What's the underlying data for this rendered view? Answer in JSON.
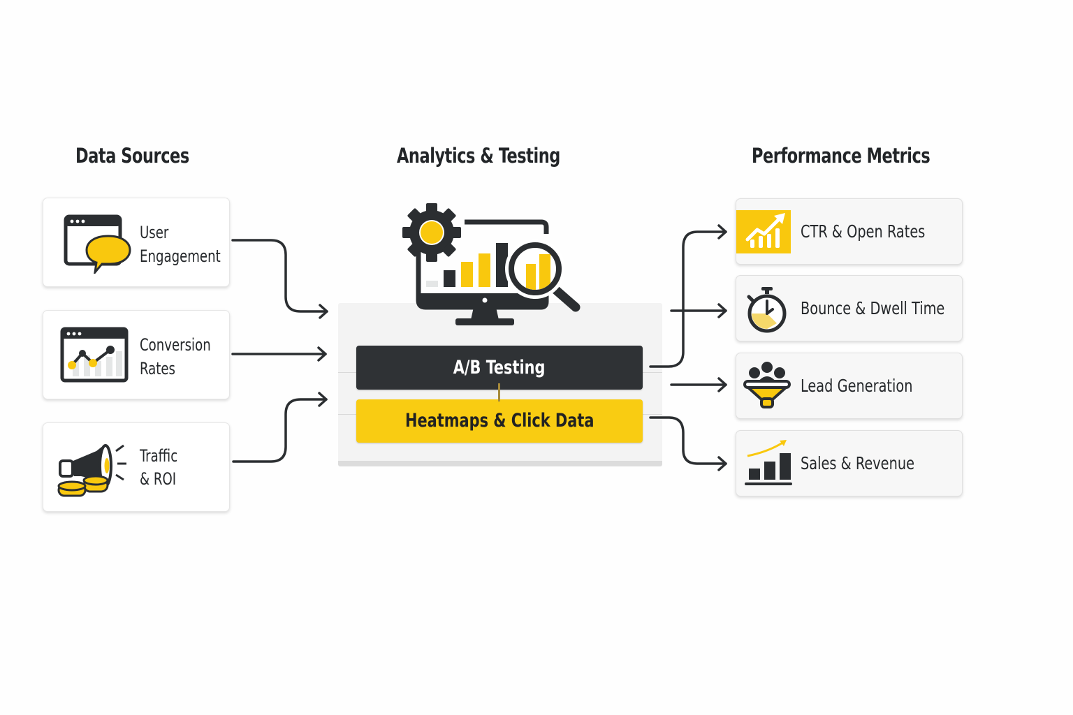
{
  "headings": {
    "data_sources": "Data Sources",
    "analytics": "Analytics & Testing",
    "metrics": "Performance Metrics"
  },
  "data_sources": [
    {
      "line1": "User",
      "line2": "Engagement",
      "icon": "browser-chat-bubble-icon"
    },
    {
      "line1": "Conversion",
      "line2": "Rates",
      "icon": "browser-line-chart-icon"
    },
    {
      "line1": "Traffic",
      "line2": "& ROI",
      "icon": "megaphone-coins-icon"
    }
  ],
  "analytics": {
    "icon": "monitor-gear-magnifier-icon",
    "ab_testing": "A/B Testing",
    "heatmaps": "Heatmaps & Click Data"
  },
  "metrics": [
    {
      "label": "CTR & Open Rates",
      "icon": "trending-up-bars-icon"
    },
    {
      "label": "Bounce & Dwell Time",
      "icon": "stopwatch-icon"
    },
    {
      "label": "Lead Generation",
      "icon": "people-funnel-icon"
    },
    {
      "label": "Sales & Revenue",
      "icon": "bar-chart-growth-icon"
    }
  ],
  "colors": {
    "accent": "#f9cc12",
    "dark": "#2f3235",
    "text": "#25282b"
  }
}
